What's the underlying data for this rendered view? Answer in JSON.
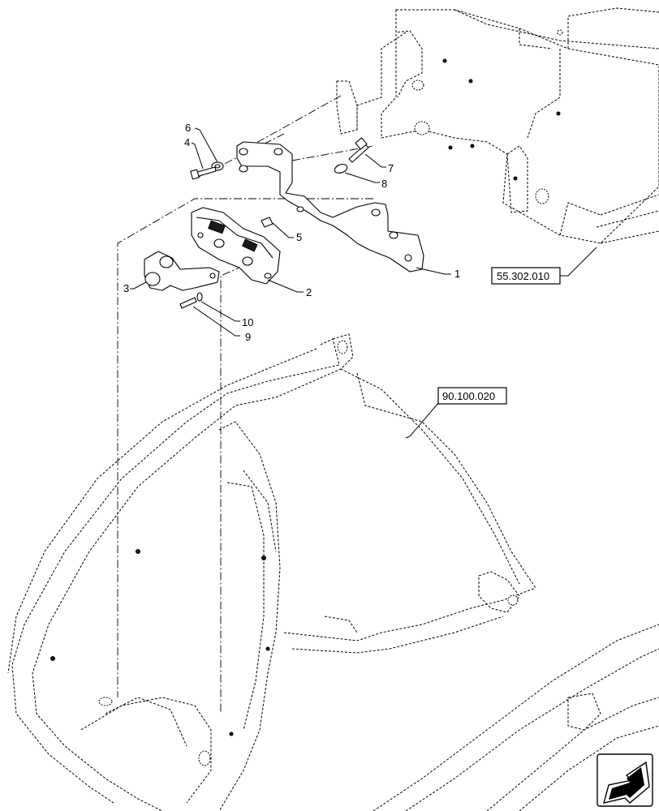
{
  "callouts": [
    {
      "id": "callout-1",
      "text": "1"
    },
    {
      "id": "callout-2",
      "text": "2"
    },
    {
      "id": "callout-3",
      "text": "3"
    },
    {
      "id": "callout-4",
      "text": "4"
    },
    {
      "id": "callout-5",
      "text": "5"
    },
    {
      "id": "callout-6",
      "text": "6"
    },
    {
      "id": "callout-7",
      "text": "7"
    },
    {
      "id": "callout-8",
      "text": "8"
    },
    {
      "id": "callout-9",
      "text": "9"
    },
    {
      "id": "callout-10",
      "text": "10"
    }
  ],
  "references": {
    "frame": "55.302.010",
    "fender": "90.100.020"
  },
  "nav_icon": "arrow-back-icon"
}
